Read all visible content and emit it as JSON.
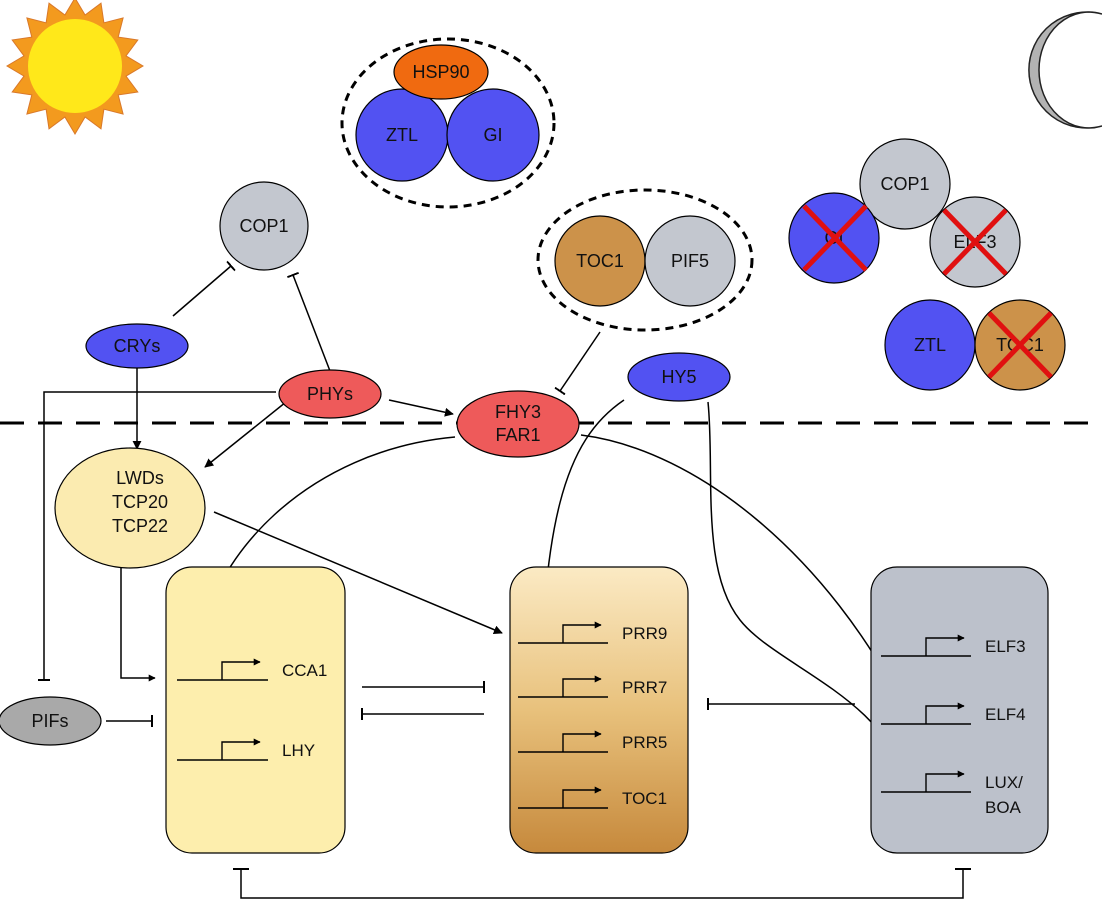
{
  "colors": {
    "blue": "#5252f2",
    "red": "#ee5a5a",
    "gray": "#c3c7cf",
    "orange": "#f06a10",
    "brown": "#cc924a",
    "pale_yellow": "#fbebb0",
    "box_yellow": "#fdeead",
    "box_gray": "#bcc1cb",
    "pifs_gray": "#a9a9a9",
    "sun": "#ffe81a",
    "sun_rays": "#f39a1e",
    "moon": "#b3b3b3",
    "cross": "#e01010"
  },
  "day_night": {
    "sun_icon": "sun-icon",
    "moon_icon": "crescent-moon-icon"
  },
  "complexes": {
    "hsp90": "HSP90",
    "ztl": "ZTL",
    "gi": "GI",
    "toc1": "TOC1",
    "pif5": "PIF5"
  },
  "light_signaling": {
    "cop1": "COP1",
    "crys": "CRYs",
    "phys": "PHYs",
    "fhy3": "FHY3",
    "far1": "FAR1",
    "hy5": "HY5",
    "lwd_line1": "LWDs",
    "lwd_line2": "TCP20",
    "lwd_line3": "TCP22",
    "pifs": "PIFs"
  },
  "night_group": {
    "cop1": "COP1",
    "gi": "GI",
    "elf3": "ELF3",
    "ztl": "ZTL",
    "toc1": "TOC1"
  },
  "morning_box": {
    "genes": [
      "CCA1",
      "LHY"
    ]
  },
  "prr_box": {
    "genes": [
      "PRR9",
      "PRR7",
      "PRR5",
      "TOC1"
    ]
  },
  "evening_box": {
    "genes": [
      "ELF3",
      "ELF4",
      "LUX/",
      "BOA"
    ]
  }
}
